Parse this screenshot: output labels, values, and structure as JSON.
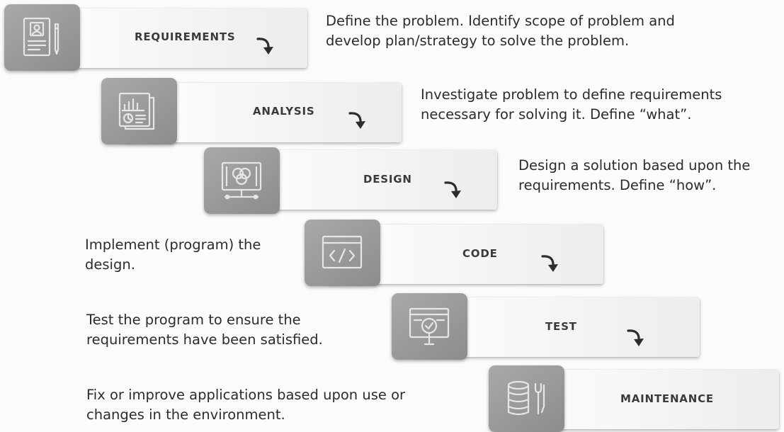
{
  "steps": [
    {
      "label": "REQUIREMENTS",
      "icon": "requirements-document-icon",
      "description": [
        "Define the problem. Identify scope of problem and",
        "develop plan/strategy to solve the problem."
      ]
    },
    {
      "label": "ANALYSIS",
      "icon": "analysis-chart-icon",
      "description": [
        "Investigate problem to define requirements",
        "necessary for solving it. Define “what”."
      ]
    },
    {
      "label": "DESIGN",
      "icon": "design-monitor-icon",
      "description": [
        "Design a solution based upon the",
        "requirements. Define “how”."
      ]
    },
    {
      "label": "CODE",
      "icon": "code-window-icon",
      "description": [
        "Implement (program) the",
        "design."
      ]
    },
    {
      "label": "TEST",
      "icon": "test-inspection-icon",
      "description": [
        "Test the program to ensure the",
        "requirements have been satisfied."
      ]
    },
    {
      "label": "MAINTENANCE",
      "icon": "maintenance-database-tools-icon",
      "description": [
        "Fix or improve applications based upon use or",
        "changes in the environment."
      ]
    }
  ],
  "colors": {
    "tile": "#999999",
    "bar": "#f4f3f3",
    "text": "#2c2c2c"
  }
}
